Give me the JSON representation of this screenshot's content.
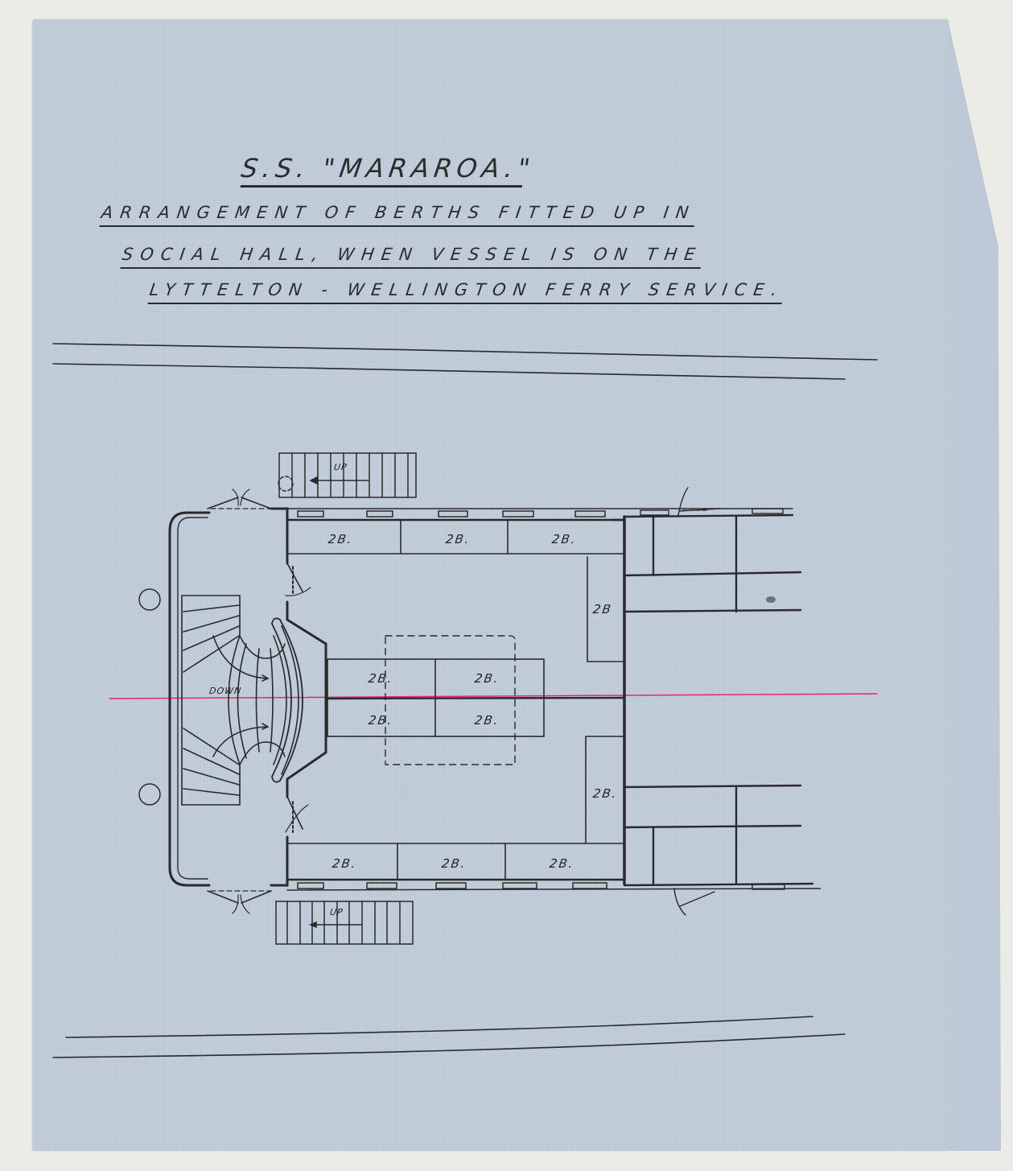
{
  "title": {
    "ship": "S.S. \"MARAROA.\"",
    "lines": [
      "ARRANGEMENT  OF  BERTHS  FITTED  UP  IN",
      "SOCIAL  HALL,  WHEN  VESSEL  IS  ON  THE",
      "LYTTELTON  -  WELLINGTON  FERRY  SERVICE."
    ]
  },
  "plan": {
    "stair_labels": {
      "up_top": "UP",
      "up_bottom": "UP",
      "down": "DOWN"
    },
    "berths": {
      "top_row": [
        "2B.",
        "2B.",
        "2B."
      ],
      "bottom_row": [
        "2B.",
        "2B.",
        "2B."
      ],
      "right_upper": "2B",
      "right_lower": "2B.",
      "center_grid": [
        "2B.",
        "2B.",
        "2B.",
        "2B."
      ]
    },
    "colors": {
      "ink": "#2a2a2a",
      "centerline": "#e0286e",
      "paper": "#bcc8d6"
    }
  }
}
